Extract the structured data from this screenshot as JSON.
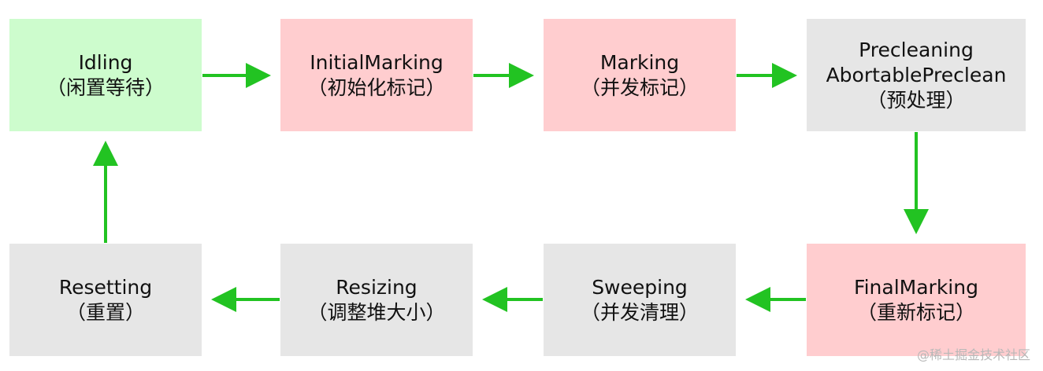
{
  "nodes": {
    "idling": {
      "line1": "Idling",
      "line2": "（闲置等待）",
      "color": "#cdfccd"
    },
    "initial_marking": {
      "line1": "InitialMarking",
      "line2": "（初始化标记）",
      "color": "#ffcdcf"
    },
    "marking": {
      "line1": "Marking",
      "line2": "（并发标记）",
      "color": "#ffcdcf"
    },
    "precleaning": {
      "line1": "Precleaning",
      "line2": "AbortablePreclean",
      "line3": "（预处理）",
      "color": "#e6e6e6"
    },
    "final_marking": {
      "line1": "FinalMarking",
      "line2": "（重新标记）",
      "color": "#ffcdcf"
    },
    "sweeping": {
      "line1": "Sweeping",
      "line2": "（并发清理）",
      "color": "#e6e6e6"
    },
    "resizing": {
      "line1": "Resizing",
      "line2": "（调整堆大小）",
      "color": "#e6e6e6"
    },
    "resetting": {
      "line1": "Resetting",
      "line2": "（重置）",
      "color": "#e6e6e6"
    }
  },
  "edges": [
    {
      "from": "idling",
      "to": "initial_marking"
    },
    {
      "from": "initial_marking",
      "to": "marking"
    },
    {
      "from": "marking",
      "to": "precleaning"
    },
    {
      "from": "precleaning",
      "to": "final_marking"
    },
    {
      "from": "final_marking",
      "to": "sweeping"
    },
    {
      "from": "sweeping",
      "to": "resizing"
    },
    {
      "from": "resizing",
      "to": "resetting"
    },
    {
      "from": "resetting",
      "to": "idling"
    }
  ],
  "arrow_color": "#22c322",
  "watermark": "@稀土掘金技术社区"
}
